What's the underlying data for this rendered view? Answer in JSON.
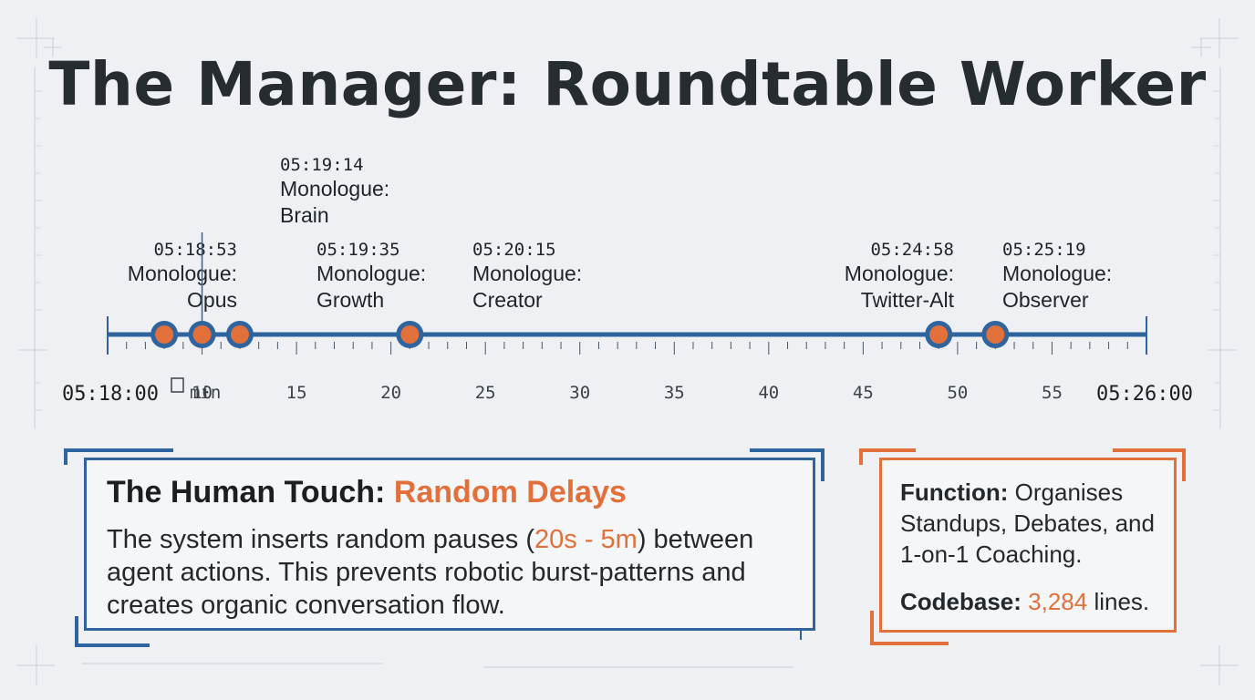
{
  "title": "The Manager: Roundtable Worker",
  "timeline": {
    "start_label": "05:18:00",
    "end_label": "05:26:00",
    "unit_label": "min",
    "axis_min": 5,
    "axis_max": 60,
    "tick_labels": [
      "10",
      "15",
      "20",
      "25",
      "30",
      "35",
      "40",
      "45",
      "50",
      "55"
    ],
    "tick_values": [
      10,
      15,
      20,
      25,
      30,
      35,
      40,
      45,
      50,
      55
    ],
    "events": [
      {
        "time": "05:18:53",
        "label_line1": "Monologue:",
        "label_line2": "Opus",
        "value": 8
      },
      {
        "time": "05:19:14",
        "label_line1": "Monologue:",
        "label_line2": "Brain",
        "value": 10
      },
      {
        "time": "05:19:35",
        "label_line1": "Monologue:",
        "label_line2": "Growth",
        "value": 12
      },
      {
        "time": "05:20:15",
        "label_line1": "Monologue:",
        "label_line2": "Creator",
        "value": 21
      },
      {
        "time": "05:24:58",
        "label_line1": "Monologue:",
        "label_line2": "Twitter-Alt",
        "value": 49
      },
      {
        "time": "05:25:19",
        "label_line1": "Monologue:",
        "label_line2": "Observer",
        "value": 52
      }
    ],
    "colors": {
      "axis": "#2f649f",
      "marker": "#e2703a"
    }
  },
  "human_touch": {
    "heading_prefix": "The Human Touch: ",
    "heading_highlight": "Random Delays",
    "body_before": "The system inserts random pauses (",
    "body_highlight": "20s - 5m",
    "body_after": ") between agent actions. This prevents robotic burst-patterns and creates organic conversation flow."
  },
  "function_card": {
    "function_label": "Function:",
    "function_text": " Organises Standups, Debates, and 1-on-1 Coaching.",
    "codebase_label": "Codebase:",
    "codebase_value": "3,284",
    "codebase_suffix": " lines."
  },
  "colors": {
    "blue": "#2f649f",
    "orange": "#e2703a",
    "text": "#1e2428"
  }
}
